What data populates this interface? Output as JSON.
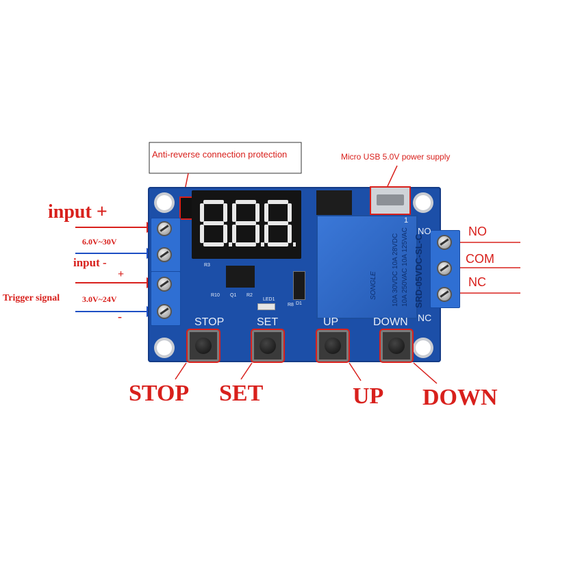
{
  "labels": {
    "anti_reverse": "Anti-reverse connection protection",
    "micro_usb": "Micro USB 5.0V power supply",
    "input_plus": "input +",
    "voltage_input": "6.0V~30V",
    "input_minus": "input -",
    "trigger_plus": "+",
    "trigger_signal": "Trigger signal",
    "voltage_trigger": "3.0V~24V",
    "trigger_minus": "-",
    "no": "NO",
    "com": "COM",
    "nc": "NC"
  },
  "buttons": [
    {
      "silk": "STOP",
      "label": "STOP"
    },
    {
      "silk": "SET",
      "label": "SET"
    },
    {
      "silk": "UP",
      "label": "UP"
    },
    {
      "silk": "DOWN",
      "label": "DOWN"
    }
  ],
  "display": {
    "digits": "8.8.8."
  },
  "silk": {
    "nc": "NC",
    "no_partial": "NO",
    "r10": "R10",
    "q1": "Q1",
    "r2": "R2",
    "led1": "LED1",
    "r8": "R8",
    "d1": "D1",
    "r3": "R3"
  },
  "relay": {
    "brand": "SONGLE",
    "model": "SRD-05VDC-SL-C",
    "rating1": "10A 250VAC  10A 125VAC",
    "rating2": "10A 30VDC  10A 28VDC",
    "pin1": "1"
  },
  "colors": {
    "pcb": "#1c4fa8",
    "annotation": "#d8201c",
    "arrow_blue": "#1d4fc4",
    "relay": "#2b66c9",
    "terminal": "#2f6fd3"
  }
}
